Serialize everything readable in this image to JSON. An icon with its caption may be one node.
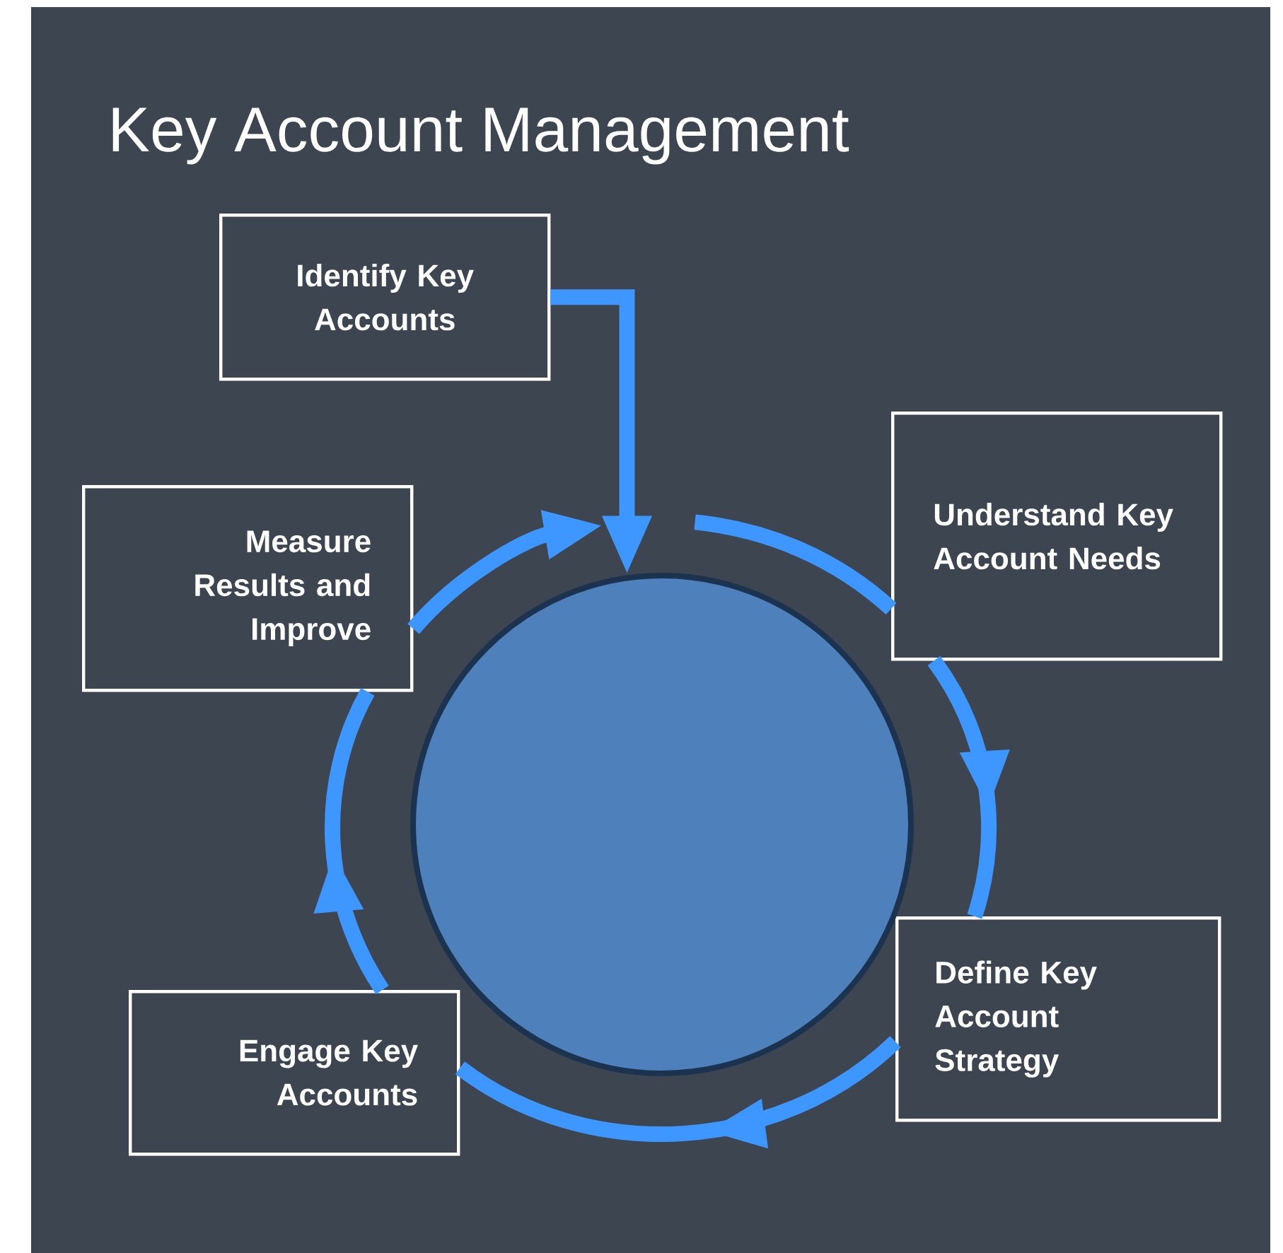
{
  "diagram": {
    "title": "Key Account Management",
    "nodes": [
      {
        "text": [
          "Identify Key Accounts"
        ]
      },
      {
        "text": [
          "Understand Key Account Needs"
        ]
      },
      {
        "text": [
          "Define Key Account Strategy"
        ]
      },
      {
        "text": [
          "Engage Key Accounts"
        ]
      },
      {
        "text": [
          "Measure Results and Improve"
        ]
      },
      {
        "text": [],
        "shape": "circle"
      }
    ],
    "edges": [
      {
        "from": 0,
        "to": 5,
        "arrow": "to"
      },
      {
        "from": null,
        "to": 1,
        "arrow": "none"
      },
      {
        "from": 1,
        "to": 2,
        "arrow": "to"
      },
      {
        "from": 2,
        "to": 3,
        "arrow": "to"
      },
      {
        "from": 3,
        "to": 4,
        "arrow": "to"
      },
      {
        "from": 4,
        "to": null,
        "arrow": "to"
      }
    ]
  }
}
